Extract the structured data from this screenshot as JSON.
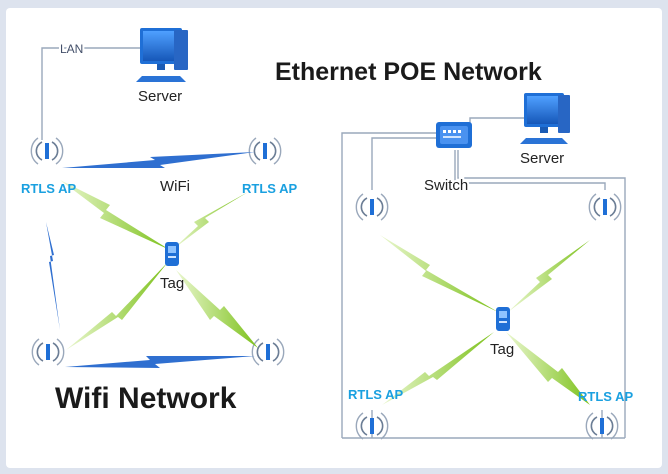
{
  "wifi_network": {
    "title": "Wifi Network",
    "lan_label": "LAN",
    "server_label": "Server",
    "wifi_label": "WiFi",
    "tag_label": "Tag",
    "ap_labels": [
      "RTLS AP",
      "RTLS AP"
    ]
  },
  "ethernet_network": {
    "title": "Ethernet POE Network",
    "switch_label": "Switch",
    "server_label": "Server",
    "tag_label": "Tag",
    "ap_labels": [
      "RTLS AP",
      "RTLS AP"
    ]
  },
  "colors": {
    "rtls_label": "#1aa0e0",
    "wifi_link": "#2f6fd0",
    "tag_signal": "#7cc11a",
    "network_line": "#9aa8bb",
    "device": "#1f6fd6",
    "title": "#1a1a1a"
  },
  "icons": [
    "server-icon",
    "switch-icon",
    "access-point-icon",
    "tag-icon",
    "wifi-link-bolt",
    "signal-bolt"
  ]
}
